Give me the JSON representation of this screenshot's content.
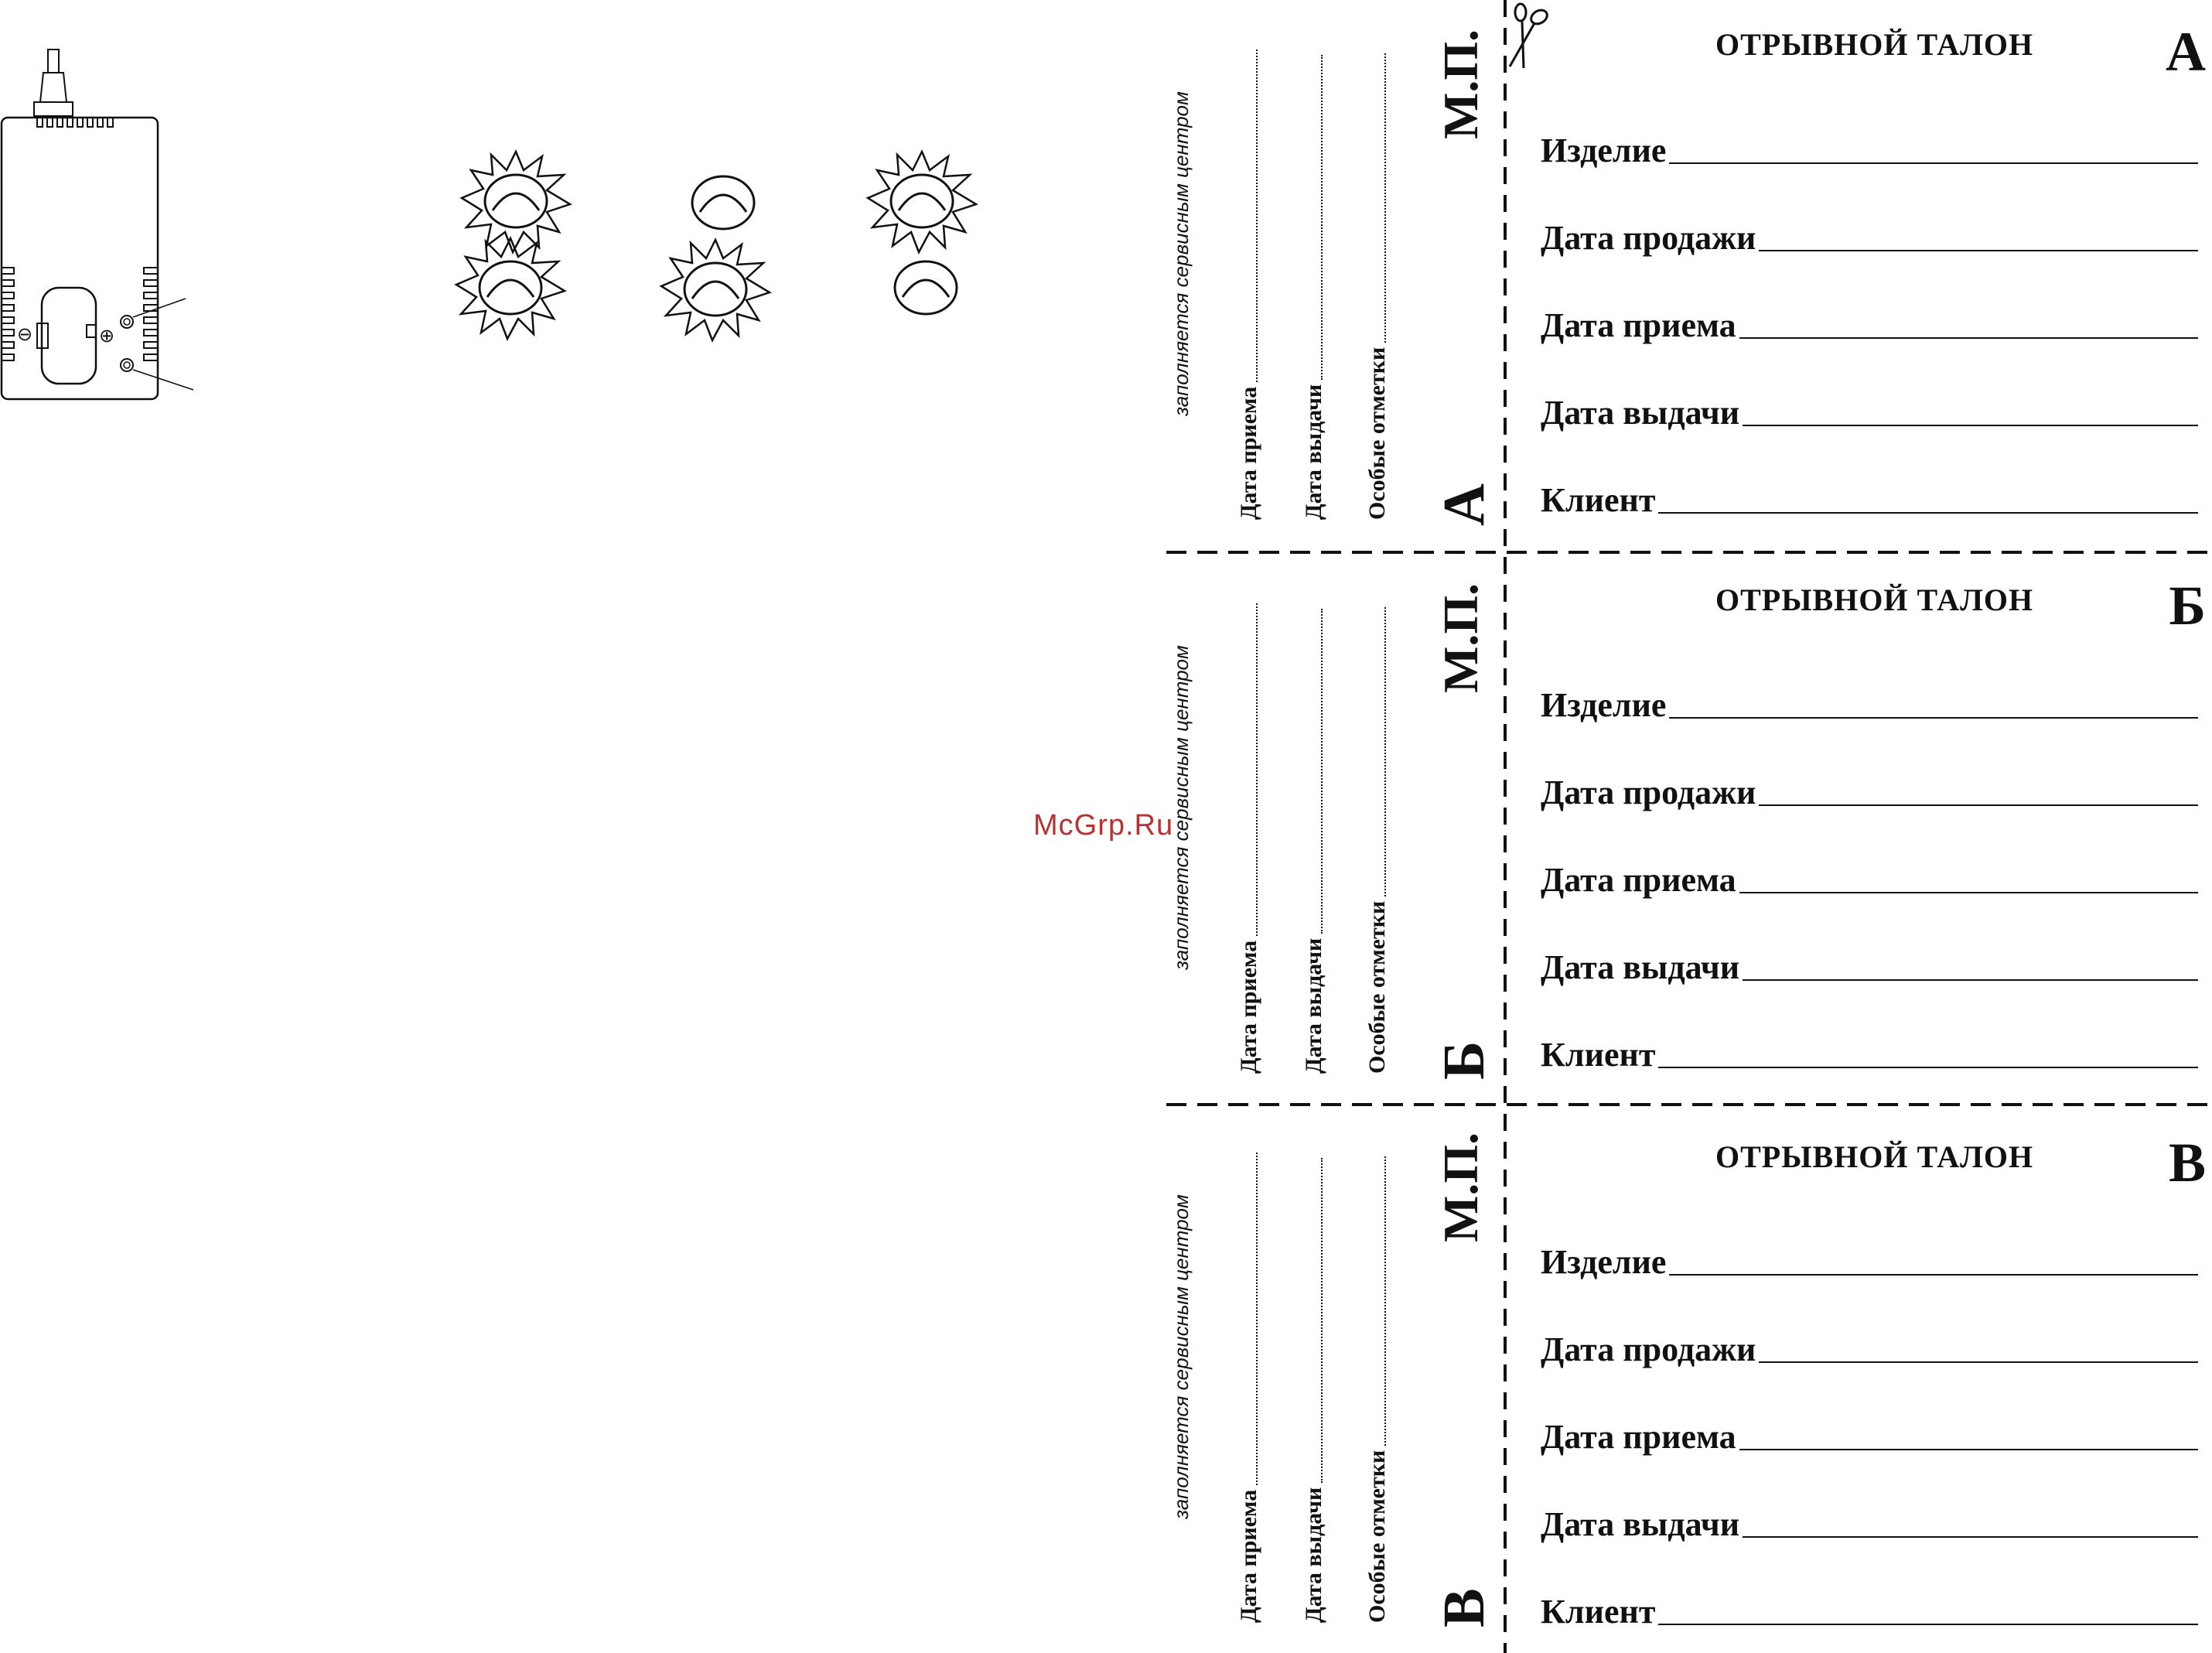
{
  "watermark": "McGrp.Ru",
  "charger_diagram": {
    "minus_symbol": "⊖",
    "plus_symbol": "⊕"
  },
  "led_indicators": [
    {
      "id": "a1",
      "state": "lit"
    },
    {
      "id": "a2",
      "state": "lit"
    },
    {
      "id": "b1",
      "state": "off"
    },
    {
      "id": "b2",
      "state": "lit"
    },
    {
      "id": "c1",
      "state": "lit"
    },
    {
      "id": "c2",
      "state": "off"
    }
  ],
  "tickets": [
    {
      "title": "ОТРЫВНОЙ ТАЛОН",
      "letter": "А",
      "fields": [
        "Изделие",
        "Дата продажи",
        "Дата приема",
        "Дата выдачи",
        "Клиент"
      ],
      "stub": {
        "note": "заполняется сервисным центром",
        "fields": [
          "Дата приема",
          "Дата выдачи",
          "Особые отметки"
        ],
        "stamp": "М.П.",
        "letter": "А"
      }
    },
    {
      "title": "ОТРЫВНОЙ ТАЛОН",
      "letter": "Б",
      "fields": [
        "Изделие",
        "Дата продажи",
        "Дата приема",
        "Дата выдачи",
        "Клиент"
      ],
      "stub": {
        "note": "заполняется сервисным центром",
        "fields": [
          "Дата приема",
          "Дата выдачи",
          "Особые отметки"
        ],
        "stamp": "М.П.",
        "letter": "Б"
      }
    },
    {
      "title": "ОТРЫВНОЙ ТАЛОН",
      "letter": "В",
      "fields": [
        "Изделие",
        "Дата продажи",
        "Дата приема",
        "Дата выдачи",
        "Клиент"
      ],
      "stub": {
        "note": "заполняется сервисным центром",
        "fields": [
          "Дата приема",
          "Дата выдачи",
          "Особые отметки"
        ],
        "stamp": "М.П.",
        "letter": "В"
      }
    }
  ],
  "icons": {
    "scissors": "scissors-icon"
  }
}
